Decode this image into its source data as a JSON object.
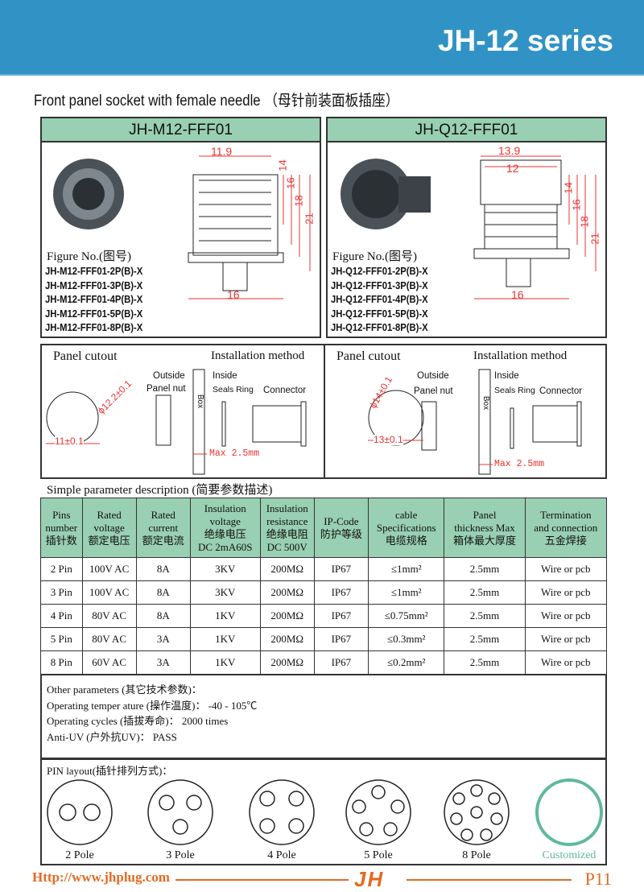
{
  "header": {
    "title": "JH-12 series",
    "color": "#3193c5"
  },
  "subtitle": "Front panel socket with female needle （母针前装面板插座）",
  "products": [
    {
      "model": "JH-M12-FFF01",
      "figure_label": "Figure No.(图号)",
      "parts": [
        "JH-M12-FFF01-2P(B)-X",
        "JH-M12-FFF01-3P(B)-X",
        "JH-M12-FFF01-4P(B)-X",
        "JH-M12-FFF01-5P(B)-X",
        "JH-M12-FFF01-8P(B)-X"
      ],
      "dims": [
        "11.9",
        "14",
        "16",
        "18",
        "21",
        "16"
      ],
      "cutout_diameter": "ϕ12.2±0.1",
      "cutout_width": "11±0.1"
    },
    {
      "model": "JH-Q12-FFF01",
      "figure_label": "Figure No.(图号)",
      "parts": [
        "JH-Q12-FFF01-2P(B)-X",
        "JH-Q12-FFF01-3P(B)-X",
        "JH-Q12-FFF01-4P(B)-X",
        "JH-Q12-FFF01-5P(B)-X",
        "JH-Q12-FFF01-8P(B)-X"
      ],
      "dims": [
        "13.9",
        "12",
        "14",
        "16",
        "18",
        "21",
        "16"
      ],
      "cutout_diameter": "ϕ14±0.1",
      "cutout_width": "13±0.1"
    }
  ],
  "install": {
    "panel_cutout": "Panel cutout",
    "method": "Installation method",
    "outside": "Outside",
    "panel_nut": "Panel nut",
    "box": "Box",
    "inside": "Inside",
    "seals_ring": "Seals Ring",
    "connector": "Connector",
    "max": "Max 2.5mm"
  },
  "params_title": "Simple parameter description (简要参数描述)",
  "table": {
    "headers": [
      [
        "Pins",
        "number",
        "插针数"
      ],
      [
        "Rated",
        "voltage",
        "额定电压"
      ],
      [
        "Rated",
        "current",
        "额定电流"
      ],
      [
        "Insulation",
        "voltage",
        "绝缘电压",
        "DC 2mA60S"
      ],
      [
        "Insulation",
        "resistance",
        "绝缘电阻",
        "DC 500V"
      ],
      [
        "IP-Code",
        "防护等级"
      ],
      [
        "cable",
        "Specifications",
        "电缆规格"
      ],
      [
        "Panel",
        "thickness Max",
        "箱体最大厚度"
      ],
      [
        "Termination",
        "and connection",
        "五金焊接"
      ]
    ],
    "rows": [
      [
        "2 Pin",
        "100V AC",
        "8A",
        "3KV",
        "200MΩ",
        "IP67",
        "≤1mm²",
        "2.5mm",
        "Wire or pcb"
      ],
      [
        "3 Pin",
        "100V AC",
        "8A",
        "3KV",
        "200MΩ",
        "IP67",
        "≤1mm²",
        "2.5mm",
        "Wire or pcb"
      ],
      [
        "4 Pin",
        "80V AC",
        "8A",
        "1KV",
        "200MΩ",
        "IP67",
        "≤0.75mm²",
        "2.5mm",
        "Wire or pcb"
      ],
      [
        "5 Pin",
        "80V AC",
        "3A",
        "1KV",
        "200MΩ",
        "IP67",
        "≤0.3mm²",
        "2.5mm",
        "Wire or pcb"
      ],
      [
        "8 Pin",
        "60V AC",
        "3A",
        "1KV",
        "200MΩ",
        "IP67",
        "≤0.2mm²",
        "2.5mm",
        "Wire or pcb"
      ]
    ],
    "header_color": "#99cfb2"
  },
  "other": [
    "Other parameters (其它技术参数)：",
    "Operating temper ature (操作温度)： -40 - 105℃",
    "Operating cycles (插拔寿命)： 2000 times",
    "Anti-UV (户外抗UV)： PASS"
  ],
  "pin_layout": {
    "title": "PIN layout(插针排列方式)：",
    "poles": [
      "2 Pole",
      "3 Pole",
      "4 Pole",
      "5 Pole",
      "8 Pole",
      "Customized"
    ],
    "customized_color": "#5fb99a"
  },
  "footer": {
    "url": "Http://www.jhplug.com",
    "logo": "JH",
    "page": "P11",
    "color": "#e46a22"
  }
}
